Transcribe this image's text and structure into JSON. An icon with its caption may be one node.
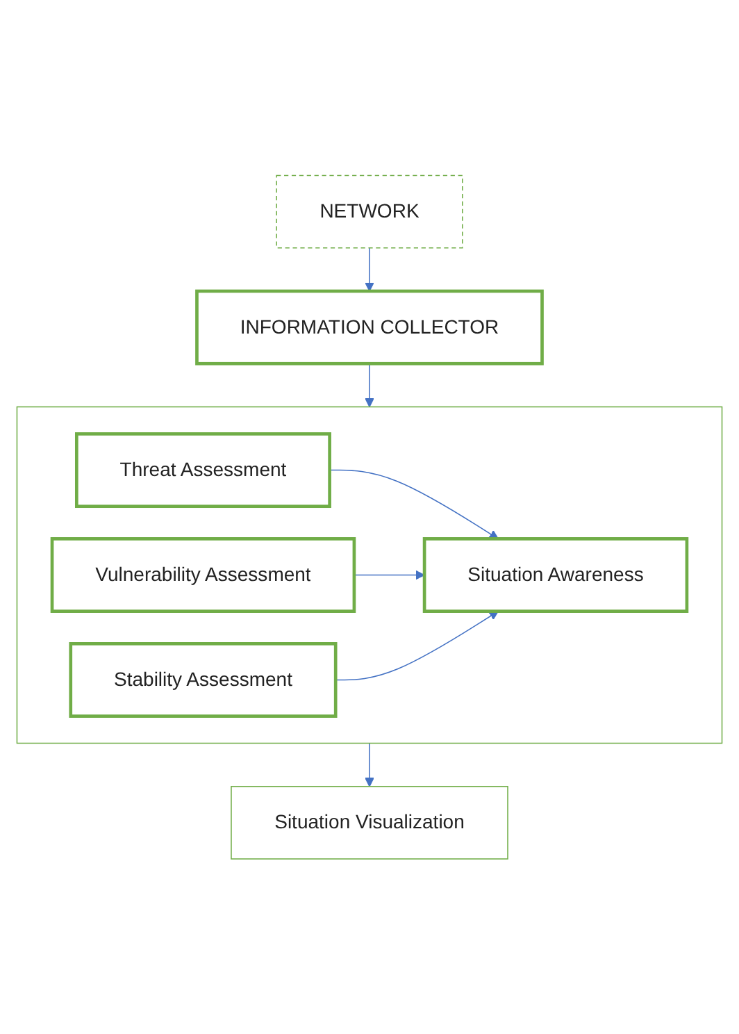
{
  "diagram": {
    "nodes": [
      {
        "text": [
          "NETWORK"
        ]
      },
      {
        "text": [
          "INFORMATION COLLECTOR"
        ]
      },
      {
        "text": [],
        "shape": "box"
      },
      {
        "text": [
          "Threat Assessment"
        ],
        "in": 2
      },
      {
        "text": [
          "Vulnerability Assessment"
        ],
        "in": 2
      },
      {
        "text": [
          "Stability Assessment"
        ],
        "in": 2
      },
      {
        "text": [
          "Situation Awareness"
        ],
        "in": 2
      },
      {
        "text": [
          "Situation Visualization"
        ]
      }
    ],
    "edges": [
      {
        "from": 0,
        "to": 1,
        "arrow": "to"
      },
      {
        "from": 1,
        "to": 2,
        "arrow": "to"
      },
      {
        "from": 3,
        "to": 6,
        "arrow": "to"
      },
      {
        "from": 4,
        "to": 6,
        "arrow": "to"
      },
      {
        "from": 5,
        "to": 6,
        "arrow": "to"
      },
      {
        "from": 2,
        "to": 7,
        "arrow": "to"
      }
    ]
  }
}
